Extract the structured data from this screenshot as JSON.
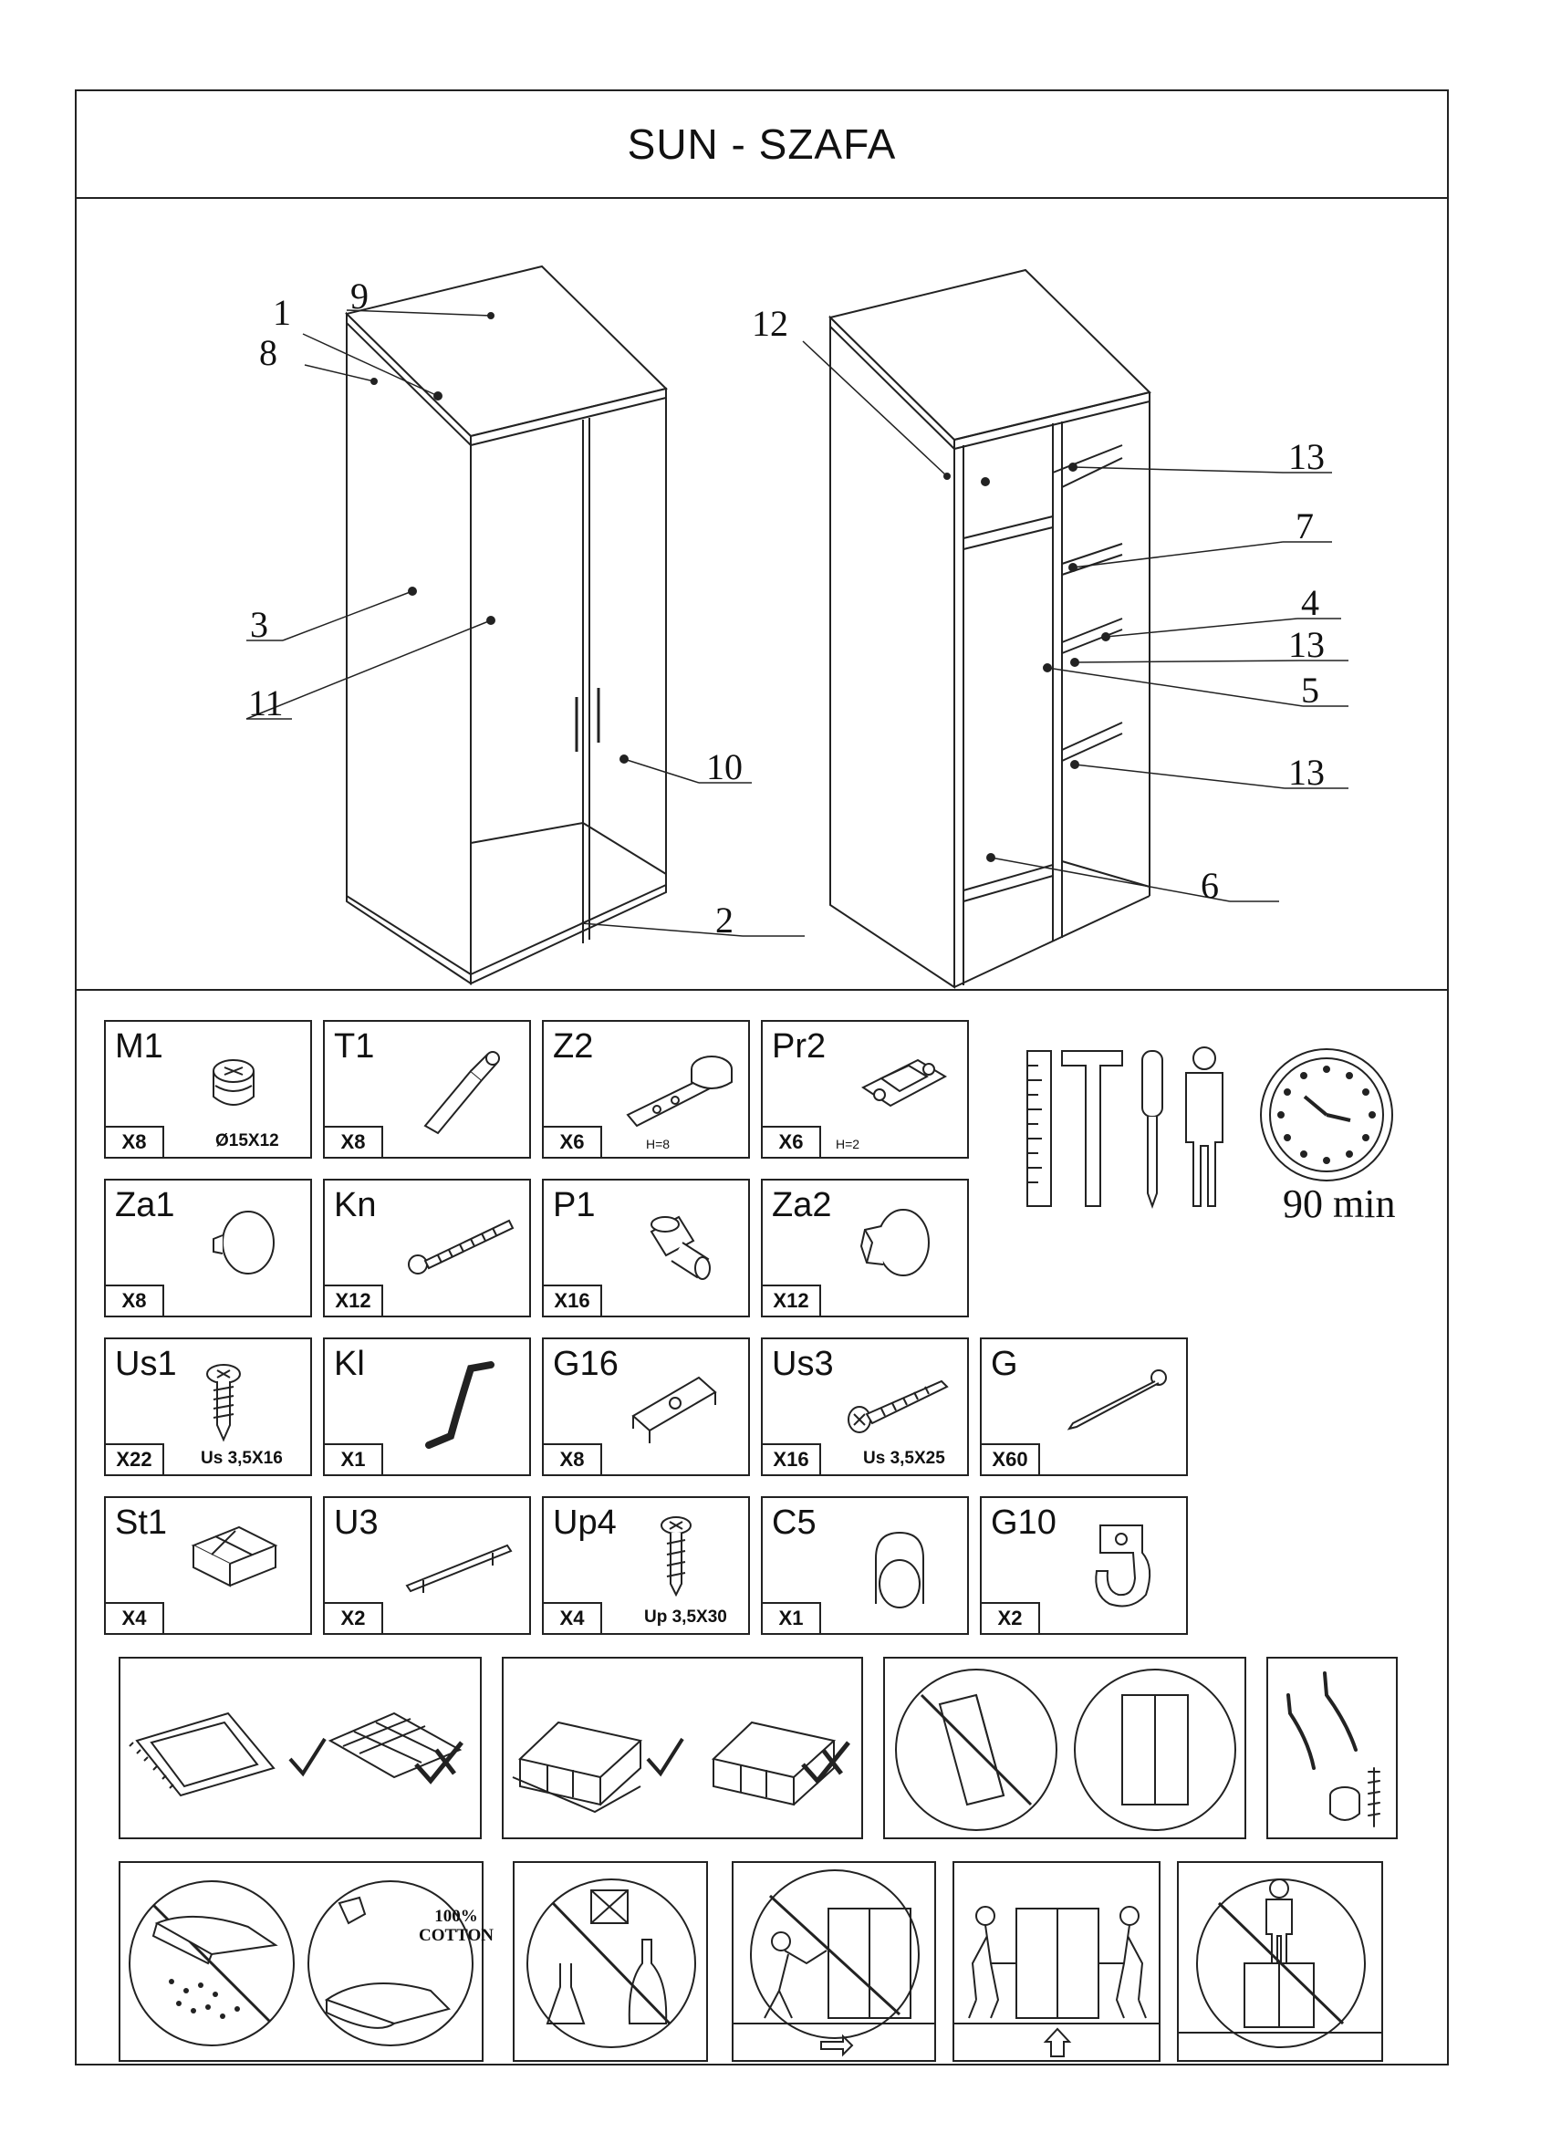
{
  "title": "SUN - SZAFA",
  "part_numbers_left": [
    "1",
    "9",
    "8",
    "3",
    "11",
    "10",
    "2"
  ],
  "part_numbers_right": [
    "12",
    "13",
    "7",
    "4",
    "13",
    "5",
    "13",
    "6"
  ],
  "hardware": [
    {
      "code": "M1",
      "qty": "X8",
      "dim": "Ø15X12"
    },
    {
      "code": "T1",
      "qty": "X8",
      "dim": ""
    },
    {
      "code": "Z2",
      "qty": "X6",
      "dim": "H=8"
    },
    {
      "code": "Pr2",
      "qty": "X6",
      "dim": "H=2"
    },
    {
      "code": "Za1",
      "qty": "X8",
      "dim": ""
    },
    {
      "code": "Kn",
      "qty": "X12",
      "dim": ""
    },
    {
      "code": "P1",
      "qty": "X16",
      "dim": ""
    },
    {
      "code": "Za2",
      "qty": "X12",
      "dim": ""
    },
    {
      "code": "Us1",
      "qty": "X22",
      "dim": "Us 3,5X16"
    },
    {
      "code": "Kl",
      "qty": "X1",
      "dim": ""
    },
    {
      "code": "G16",
      "qty": "X8",
      "dim": ""
    },
    {
      "code": "Us3",
      "qty": "X16",
      "dim": "Us 3,5X25"
    },
    {
      "code": "G",
      "qty": "X60",
      "dim": ""
    },
    {
      "code": "St1",
      "qty": "X4",
      "dim": ""
    },
    {
      "code": "U3",
      "qty": "X2",
      "dim": ""
    },
    {
      "code": "Up4",
      "qty": "X4",
      "dim": "Up 3,5X30"
    },
    {
      "code": "C5",
      "qty": "X1",
      "dim": ""
    },
    {
      "code": "G10",
      "qty": "X2",
      "dim": ""
    }
  ],
  "assembly_time": "90 min",
  "cotton_label": "100%\nCOTTON",
  "icons": {
    "tools": [
      "ruler-icon",
      "hammer-icon",
      "screwdriver-icon",
      "person-icon",
      "clock-icon"
    ]
  }
}
